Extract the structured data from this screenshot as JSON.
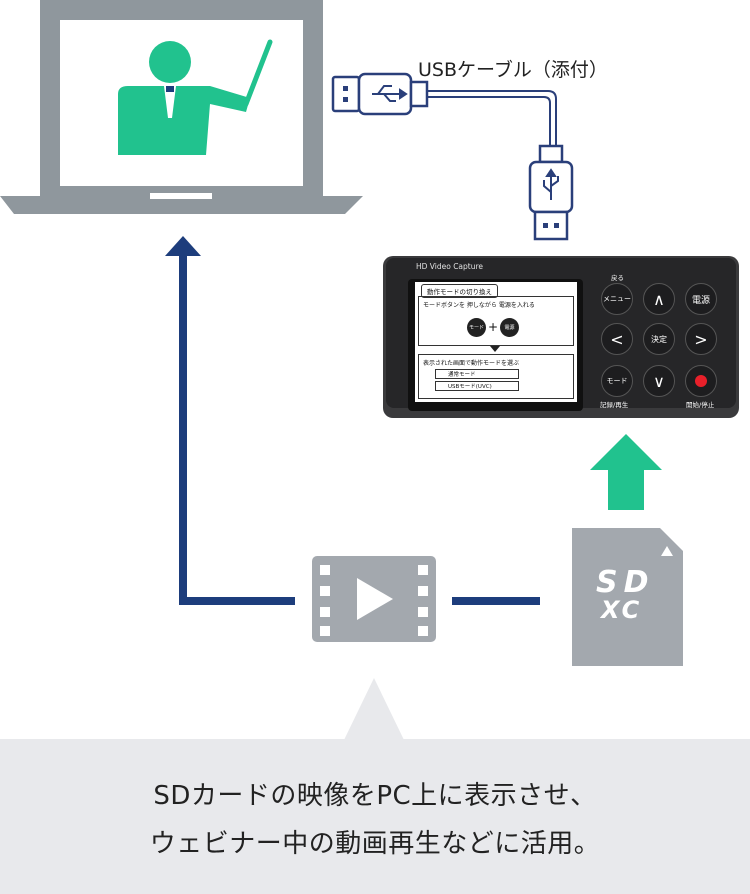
{
  "cable": {
    "label": "USBケーブル（添付）"
  },
  "device": {
    "brand": "HD Video Capture",
    "screen": {
      "header": "動作モードの切り換え",
      "instruction": "モードボタンを 押しながら 電源を入れる",
      "combo_mode": "モード",
      "combo_plus": "+",
      "combo_power": "電源",
      "prompt": "表示された画面で動作モードを選ぶ",
      "options": [
        "通常モード",
        "USBモード(UVC)"
      ]
    },
    "buttons": {
      "back_label": "戻る",
      "menu": "メニュー",
      "up": "∧",
      "power": "電源",
      "left": "<",
      "enter": "決定",
      "right": ">",
      "mode": "モード",
      "down": "∨",
      "record_label": "記録/再生",
      "startstop_label": "開始/停止"
    }
  },
  "sd_card": {
    "logo_top": "SD",
    "logo_bottom": "XC"
  },
  "caption": {
    "line1": "SDカードの映像をPC上に表示させ、",
    "line2": "ウェビナー中の動画再生などに活用。"
  },
  "colors": {
    "laptop": "#8f979d",
    "laptop_screen": "#ffffff",
    "presenter": "#21c28e",
    "flow_arrow": "#1d3d7c",
    "up_arrow": "#21c28e",
    "device_body": "#2a2a2c",
    "caption_bg": "#e8e9ec",
    "sd_card": "#a3a8ae",
    "usb_connector": "#2a3f7a"
  },
  "icons": [
    "laptop-icon",
    "presenter-icon",
    "usb-plug-icon",
    "usb-symbol-icon",
    "film-play-icon",
    "sdxc-card-icon"
  ]
}
